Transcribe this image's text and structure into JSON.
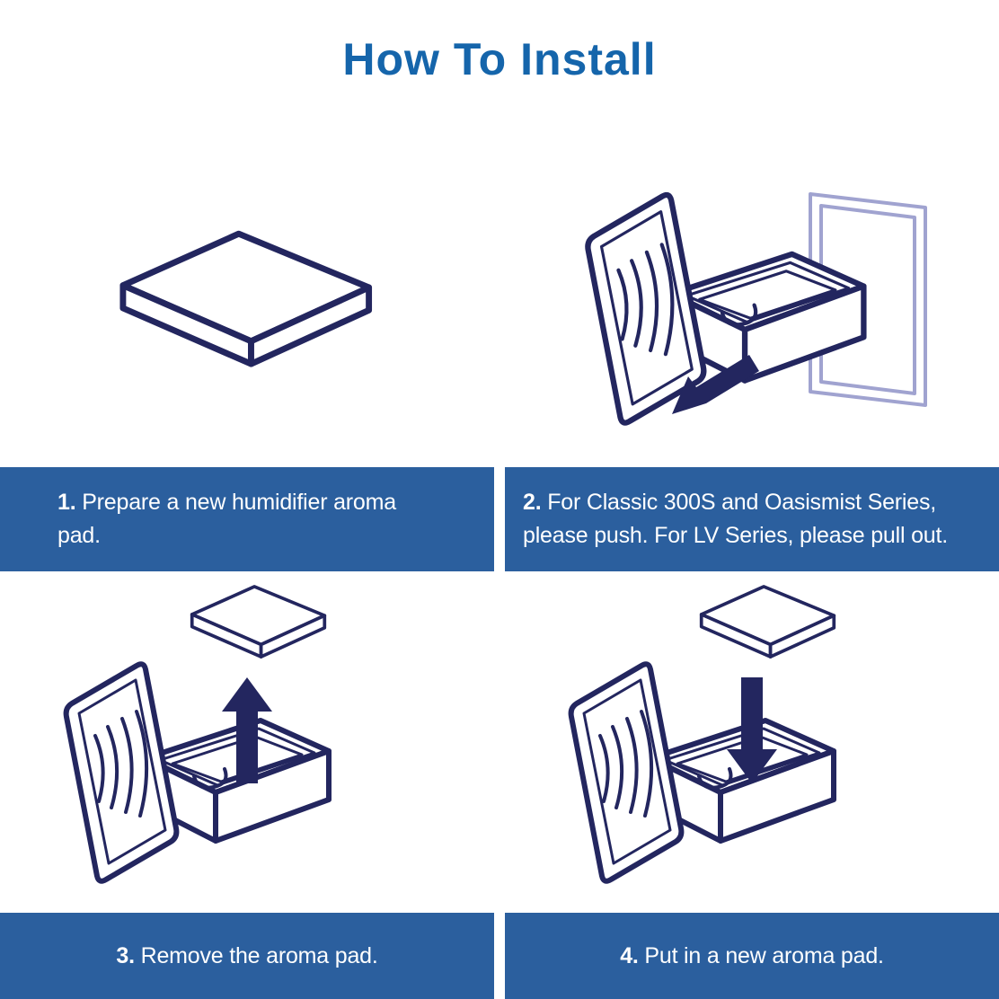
{
  "title": "How To Install",
  "colors": {
    "title_blue": "#1565ab",
    "bar_blue": "#2b5f9e",
    "line_navy": "#23265f",
    "frame_purple": "#a0a3d0"
  },
  "steps": [
    {
      "number": "1.",
      "text": "Prepare a new humidifier aroma pad.",
      "illustration": "new-aroma-pad"
    },
    {
      "number": "2.",
      "text": "For Classic 300S and Oasismist Series, please push. For LV Series, please pull out.",
      "illustration": "push-or-pull-drawer"
    },
    {
      "number": "3.",
      "text": "Remove the aroma pad.",
      "illustration": "remove-aroma-pad"
    },
    {
      "number": "4.",
      "text": "Put in a new aroma pad.",
      "illustration": "insert-aroma-pad"
    }
  ],
  "icons": {
    "step2_arrow": "arrow-down-left",
    "step3_arrow": "arrow-up",
    "step4_arrow": "arrow-down"
  }
}
